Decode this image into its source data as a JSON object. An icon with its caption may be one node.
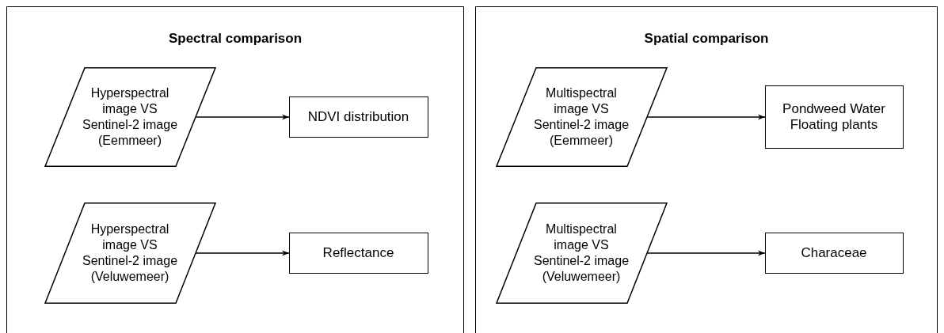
{
  "diagram": {
    "nodes": [
      {
        "text": [
          "Spectral comparison"
        ]
      },
      {
        "text": [
          "Hyperspectral image VS Sentinel-2 image (Eemmeer)"
        ],
        "in": 0
      },
      {
        "text": [
          "NDVI distribution"
        ],
        "in": 0
      },
      {
        "text": [
          "Hyperspectral image VS Sentinel-2 image (Veluwemeer)"
        ],
        "in": 0
      },
      {
        "text": [
          "Reflectance"
        ],
        "in": 0
      },
      {
        "text": [
          "Spatial comparison"
        ]
      },
      {
        "text": [
          "Multispectral image VS Sentinel-2 image (Eemmeer)"
        ],
        "in": 5
      },
      {
        "text": [
          "Pondweed Water Floating plants"
        ],
        "in": 5
      },
      {
        "text": [
          "Multispectral image VS Sentinel-2 image (Veluwemeer)"
        ],
        "in": 5
      },
      {
        "text": [
          "Characeae"
        ],
        "in": 5
      }
    ],
    "edges": [
      {
        "from": 1,
        "to": 2,
        "arrow": "to"
      },
      {
        "from": 3,
        "to": 4,
        "arrow": "to"
      },
      {
        "from": 6,
        "to": 7,
        "arrow": "to"
      },
      {
        "from": 8,
        "to": 9,
        "arrow": "to"
      }
    ]
  }
}
